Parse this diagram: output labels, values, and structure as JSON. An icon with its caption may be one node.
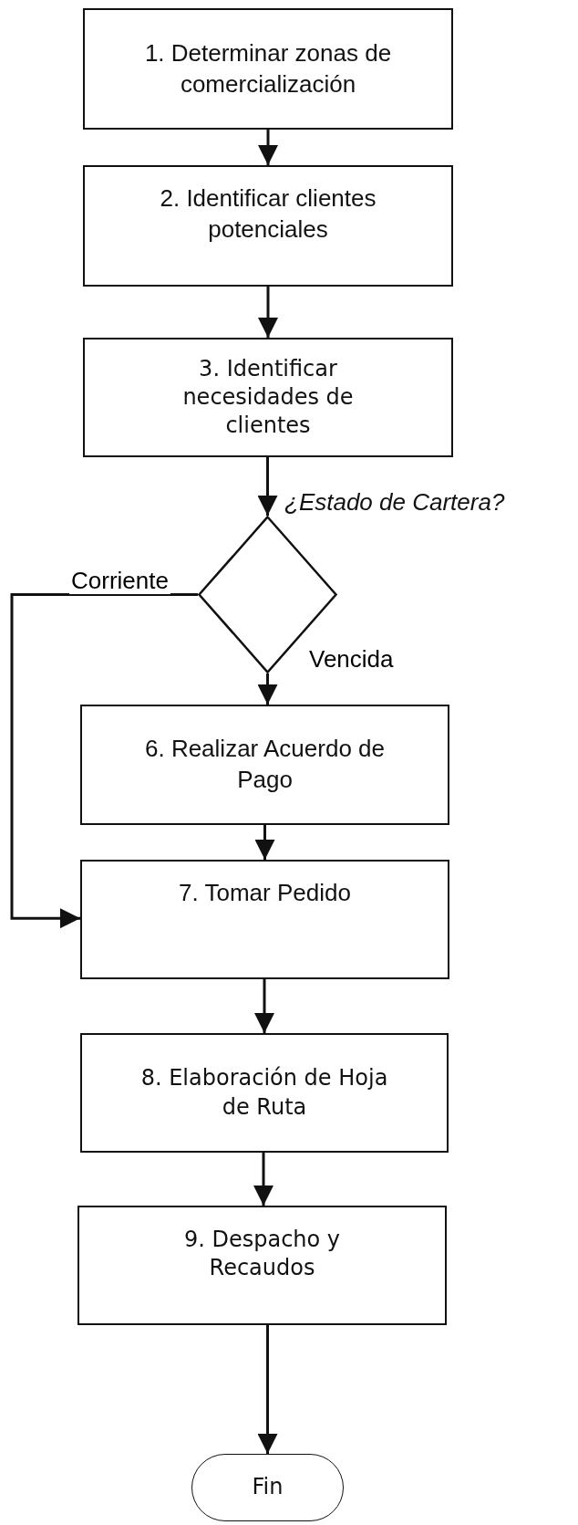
{
  "diagram": {
    "nodes": [
      {
        "text": [
          "1. Determinar zonas de comercialización"
        ]
      },
      {
        "text": [
          "2. Identificar  clientes potenciales"
        ]
      },
      {
        "text": [
          "3. Identificar necesidades de clientes"
        ]
      },
      {
        "text": [
          "¿Estado de Cartera?"
        ]
      },
      {
        "text": [
          "6. Realizar Acuerdo de Pago"
        ]
      },
      {
        "text": [
          "7. Tomar Pedido"
        ]
      },
      {
        "text": [
          "8. Elaboración de Hoja de Ruta"
        ]
      },
      {
        "text": [
          "9. Despacho y Recaudos"
        ]
      },
      {
        "text": [
          "Fin"
        ]
      }
    ],
    "edges": [
      {
        "from": 0,
        "to": 1,
        "arrow": "to"
      },
      {
        "from": 1,
        "to": 2,
        "arrow": "to"
      },
      {
        "from": 2,
        "to": 3,
        "arrow": "to"
      },
      {
        "from": 3,
        "to": 4,
        "arrow": "to",
        "label": "Vencida"
      },
      {
        "from": 3,
        "to": 5,
        "arrow": "to",
        "label": "Corriente"
      },
      {
        "from": 4,
        "to": 5,
        "arrow": "to"
      },
      {
        "from": 5,
        "to": 6,
        "arrow": "to"
      },
      {
        "from": 6,
        "to": 7,
        "arrow": "to"
      },
      {
        "from": 7,
        "to": 8,
        "arrow": "to"
      }
    ]
  }
}
